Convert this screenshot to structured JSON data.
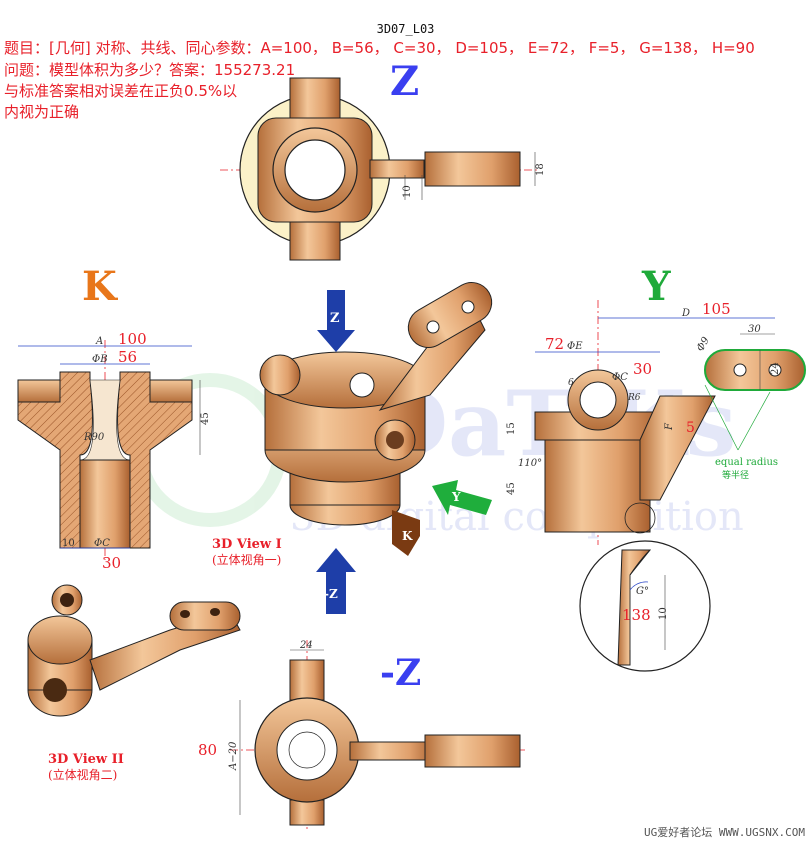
{
  "header": {
    "tag": "3D07_L03",
    "line1": "题目：[几何] 对称、共线、同心参数：A=100， B=56， C=30， D=105， E=72， F=5， G=138， H=90",
    "line2": "问题：模型体积为多少？答案：155273.21",
    "line3": "与标准答案相对误差在正负0.5%以",
    "line4": "内视为正确"
  },
  "views": {
    "z": "Z",
    "neg_z": "-Z",
    "k": "K",
    "y": "Y",
    "view1_title": "3D View I",
    "view1_sub": "(立体视角一)",
    "view2_title": "3D View II",
    "view2_sub": "(立体视角二)"
  },
  "arrows": {
    "z": "Z",
    "neg_z": "-Z",
    "y": "Y",
    "k": "K"
  },
  "dims": {
    "top_10": "10",
    "top_18": "18",
    "k_A": "A",
    "k_A_val": "100",
    "k_B": "ΦB",
    "k_B_val": "56",
    "k_45": "45",
    "k_R90": "R90",
    "k_10": "10",
    "k_C": "ΦC",
    "k_C_val": "30",
    "y_D": "D",
    "y_D_val": "105",
    "y_30": "30",
    "y_phi9": "Φ9",
    "y_E_val": "72",
    "y_E": "ΦE",
    "y_C": "ΦC",
    "y_C_val": "30",
    "y_6": "6",
    "y_R6": "R6",
    "y_24": "24",
    "y_15": "15",
    "y_F": "F",
    "y_F_val": "5",
    "y_110": "110°",
    "y_45": "45",
    "y_equal": "equal radius",
    "y_equal_cn": "等半径",
    "detail_G": "G°",
    "detail_G_val": "138",
    "detail_10": "10",
    "bz_24": "24",
    "bz_A20": "A−20",
    "bz_A20_val": "80"
  },
  "watermark": {
    "brand": "DaTiKs",
    "sub": "3D digital competition"
  },
  "footer": "UG爱好者论坛 WWW.UGSNX.COM",
  "colors": {
    "red": "#e8202a",
    "blue_label": "#3a3ff0",
    "orange": "#e8761a",
    "green": "#1faa3a",
    "arrow_blue": "#1e3ea8",
    "arrow_green": "#1fae3c",
    "arrow_brown": "#7a3a12",
    "dim_blue": "#2a46c8",
    "copper": "#e0a06c",
    "copper_dark": "#b56f3b",
    "pale": "#fbf1c8"
  }
}
